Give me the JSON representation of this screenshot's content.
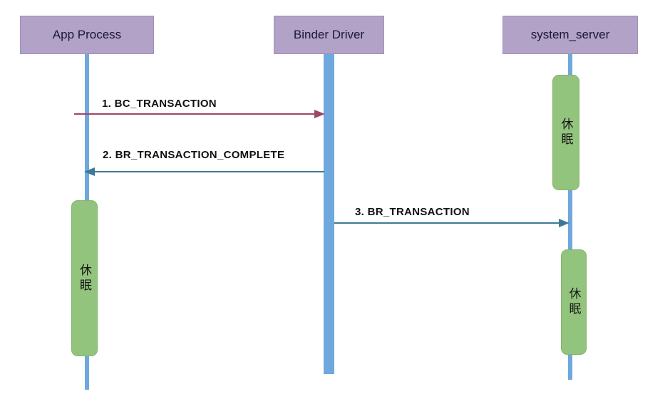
{
  "diagram": {
    "type": "sequence-diagram",
    "participants": [
      {
        "label": "App Process"
      },
      {
        "label": "Binder Driver"
      },
      {
        "label": "system_server"
      }
    ],
    "messages": [
      {
        "label": "1. BC_TRANSACTION",
        "from": "App Process",
        "to": "Binder Driver",
        "direction": "right"
      },
      {
        "label": "2. BR_TRANSACTION_COMPLETE",
        "from": "Binder Driver",
        "to": "App Process",
        "direction": "left"
      },
      {
        "label": "3. BR_TRANSACTION",
        "from": "Binder Driver",
        "to": "system_server",
        "direction": "right"
      }
    ],
    "activations": [
      {
        "lifeline": "system_server",
        "label": "休眠"
      },
      {
        "lifeline": "App Process",
        "label": "休眠"
      },
      {
        "lifeline": "system_server",
        "label": "休眠"
      }
    ],
    "colors": {
      "participant_fill": "#b2a2c7",
      "participant_border": "#9f8fba",
      "lifeline": "#6fa8dc",
      "activation_fill": "#93c47d",
      "activation_border": "#84b46e",
      "message_bc": "#9d4668",
      "message_br": "#3d7a99",
      "label_text": "#111111"
    }
  }
}
